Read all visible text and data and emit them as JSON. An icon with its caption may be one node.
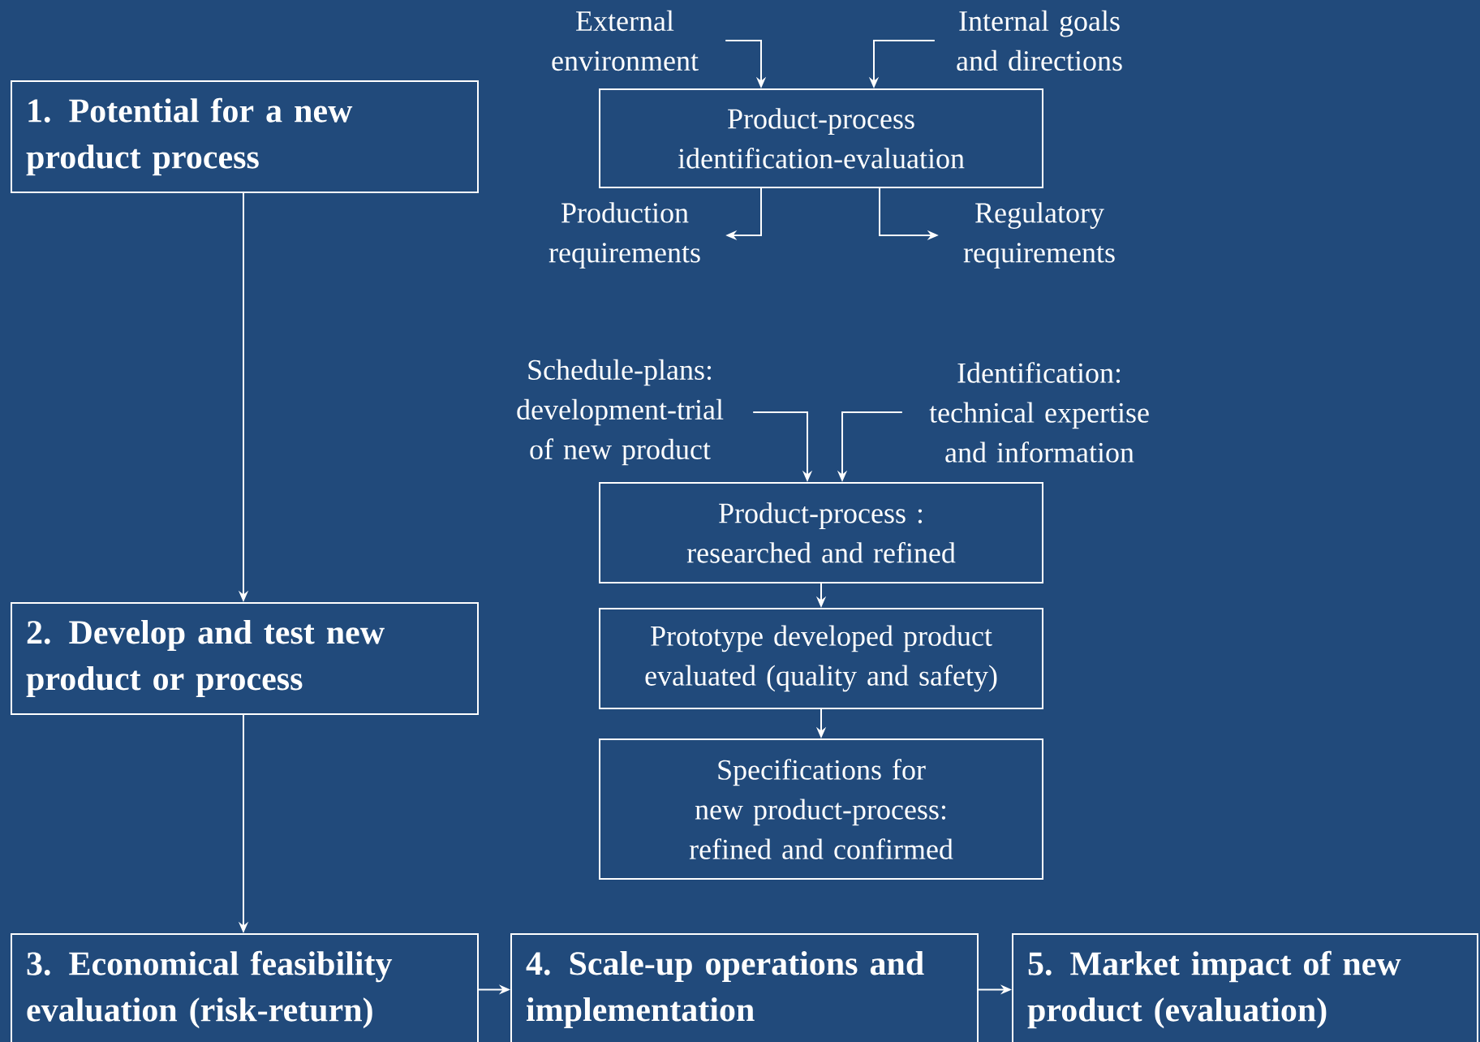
{
  "diagram": {
    "nodes": [
      {
        "text": [
          "1. Potential for a new product process"
        ]
      },
      {
        "text": [
          "External environment"
        ]
      },
      {
        "text": [
          "Internal goals and directions"
        ]
      },
      {
        "text": [
          "Product-process identification-evaluation"
        ]
      },
      {
        "text": [
          "Production requirements"
        ]
      },
      {
        "text": [
          "Regulatory requirements"
        ]
      },
      {
        "text": [
          "Schedule-plans: development-trial of new product"
        ]
      },
      {
        "text": [
          "Identification: technical expertise and information"
        ]
      },
      {
        "text": [
          "Product-process : researched and refined"
        ]
      },
      {
        "text": [
          "Prototype developed product evaluated (quality and safety)"
        ]
      },
      {
        "text": [
          "Specifications for new product-process: refined and confirmed"
        ]
      },
      {
        "text": [
          "2. Develop and test new product or process"
        ]
      },
      {
        "text": [
          "3. Economical feasibility evaluation (risk-return)"
        ]
      },
      {
        "text": [
          "4. Scale-up operations and implementation"
        ]
      },
      {
        "text": [
          "5. Market impact of new product (evaluation)"
        ]
      }
    ],
    "edges": [
      {
        "from": 0,
        "to": 11,
        "arrow": "to"
      },
      {
        "from": 11,
        "to": 12,
        "arrow": "to"
      },
      {
        "from": 12,
        "to": 13,
        "arrow": "to"
      },
      {
        "from": 13,
        "to": 14,
        "arrow": "to"
      },
      {
        "from": 1,
        "to": 3,
        "arrow": "to"
      },
      {
        "from": 2,
        "to": 3,
        "arrow": "to"
      },
      {
        "from": 3,
        "to": 4,
        "arrow": "to"
      },
      {
        "from": 3,
        "to": 5,
        "arrow": "to"
      },
      {
        "from": 6,
        "to": 8,
        "arrow": "to"
      },
      {
        "from": 7,
        "to": 8,
        "arrow": "to"
      },
      {
        "from": 8,
        "to": 9,
        "arrow": "to"
      },
      {
        "from": 9,
        "to": 10,
        "arrow": "to"
      }
    ]
  }
}
